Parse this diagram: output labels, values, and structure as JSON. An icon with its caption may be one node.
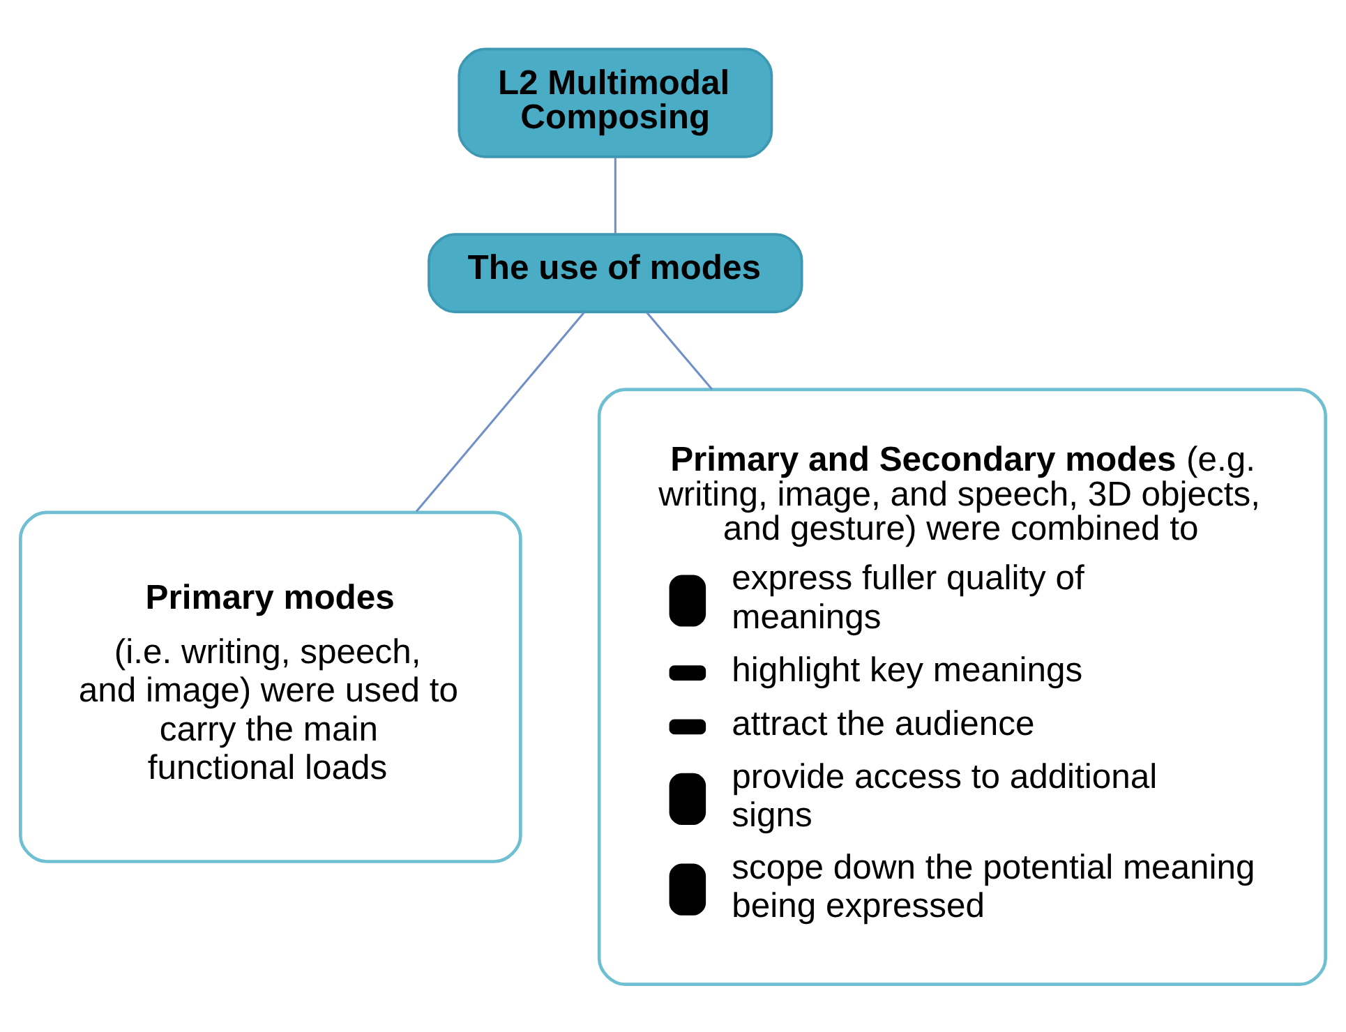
{
  "diagram": {
    "nodes": [
      {
        "text": [
          "L2 Multimodal Composing"
        ]
      },
      {
        "text": [
          "The use of modes"
        ]
      },
      {
        "text": [
          "Primary modes",
          "(i.e. writing, speech, and image) were used to carry the main functional loads"
        ]
      },
      {
        "text": [
          "**Primary and Secondary modes** (e.g. writing, image, and speech, 3D objects, and gesture) were combined to",
          "express fuller quality of meanings",
          "highlight key meanings",
          "attract the audience",
          "provide access to additional signs",
          "scope down the potential meaning being expressed"
        ]
      }
    ],
    "edges": [
      {
        "from": 0,
        "to": 1,
        "arrow": "none"
      },
      {
        "from": 1,
        "to": 2,
        "arrow": "none"
      },
      {
        "from": 1,
        "to": 3,
        "arrow": "none"
      }
    ]
  }
}
